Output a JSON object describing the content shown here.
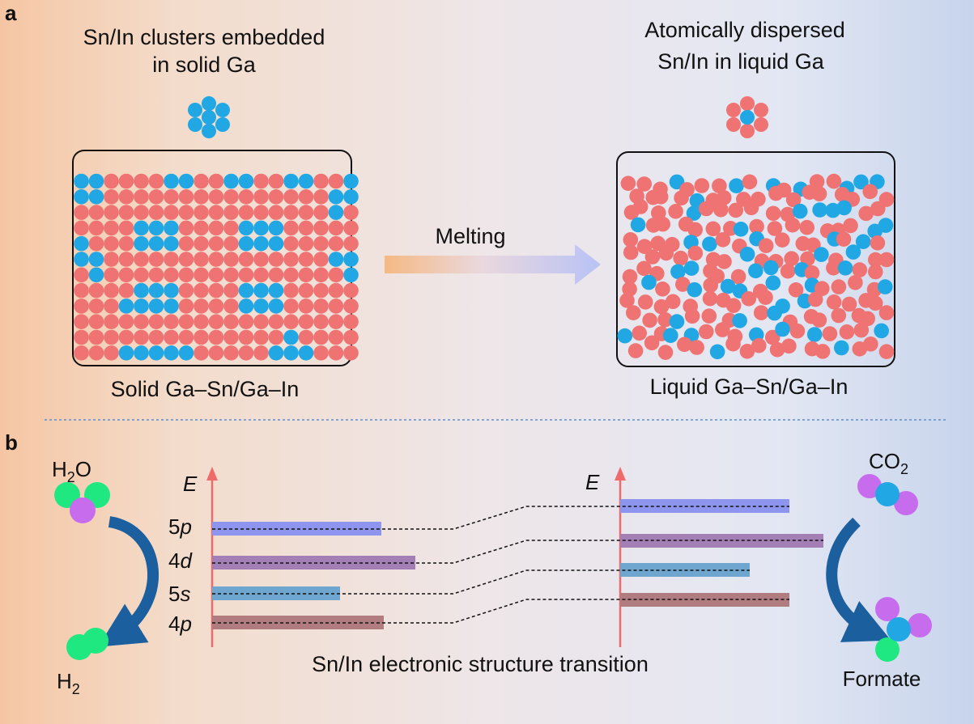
{
  "panel_a": {
    "letter": "a",
    "left_title": [
      "Sn/In clusters embedded",
      "in solid Ga"
    ],
    "right_title": [
      "Atomically dispersed",
      "Sn/In in liquid Ga"
    ],
    "arrow_label": "Melting",
    "left_caption": "Solid Ga–Sn/Ga–In",
    "right_caption": "Liquid Ga–Sn/Ga–In"
  },
  "panel_b": {
    "letter": "b",
    "axis_symbol": "E",
    "orbitals": [
      {
        "n": "5",
        "l": "p",
        "color": "#8e95ee"
      },
      {
        "n": "4",
        "l": "d",
        "color": "#a47fb6"
      },
      {
        "n": "5",
        "l": "s",
        "color": "#6fa6cf"
      },
      {
        "n": "4",
        "l": "p",
        "color": "#b17c80"
      }
    ],
    "center_caption": "Sn/In electronic structure transition",
    "left_molecules": {
      "top": {
        "base": "H",
        "sub": "2",
        "tail": "O"
      },
      "bottom": {
        "base": "H",
        "sub": "2",
        "tail": ""
      }
    },
    "right_molecules": {
      "top": {
        "base": "CO",
        "sub": "2",
        "tail": ""
      },
      "bottom": "Formate"
    }
  },
  "colors": {
    "ga_atom": "#ef7373",
    "sn_in_atom": "#21a7e4",
    "o_atom": "#c86cee",
    "h_atom": "#20e880",
    "arrow_blue": "#1c5f9e",
    "energy_axis": "#ef6a6a",
    "divider": "#5b8fd1"
  }
}
